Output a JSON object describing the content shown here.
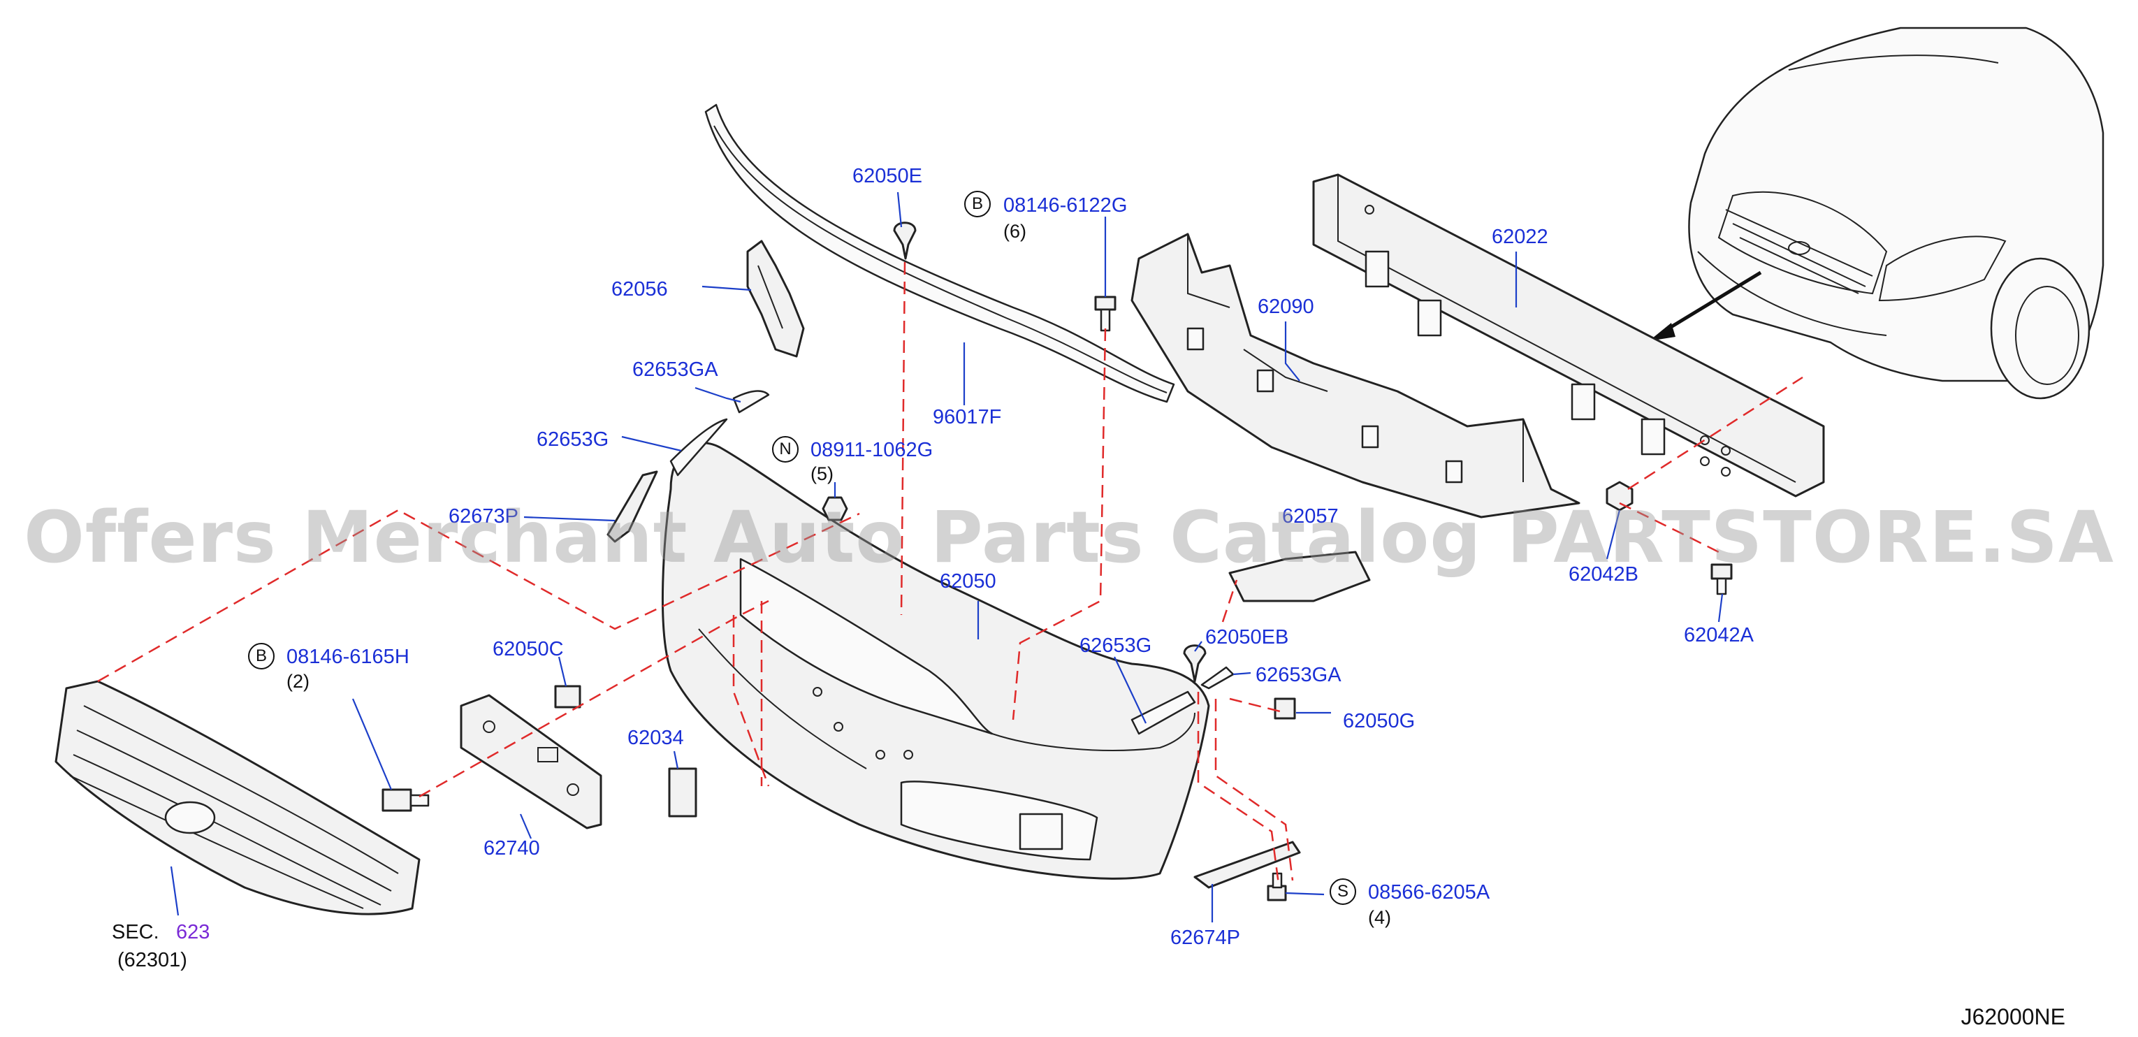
{
  "watermark": "Offers Merchant Auto Parts Catalog PARTSTORE.SA",
  "diagram_code": "J62000NE",
  "callouts": {
    "p62050E": "62050E",
    "p62056": "62056",
    "p96017F": "96017F",
    "p62653GA_top": "62653GA",
    "p62653G_left": "62653G",
    "p62673P": "62673P",
    "p62050": "62050",
    "p62090": "62090",
    "p62022": "62022",
    "p62042B": "62042B",
    "p62042A": "62042A",
    "p62057": "62057",
    "p62653G_right": "62653G",
    "p62050EB": "62050EB",
    "p62653GA_right": "62653GA",
    "p62050G": "62050G",
    "p62050C": "62050C",
    "p62740": "62740",
    "p62034": "62034",
    "p62674P": "62674P",
    "sec_label": "SEC.",
    "sec_number": "623",
    "sec_ref": "(62301)"
  },
  "fasteners": {
    "f1": {
      "mark": "B",
      "part": "08146-6122G",
      "qty": "(6)"
    },
    "f2": {
      "mark": "N",
      "part": "08911-1062G",
      "qty": "(5)"
    },
    "f3": {
      "mark": "B",
      "part": "08146-6165H",
      "qty": "(2)"
    },
    "f4": {
      "mark": "S",
      "part": "08566-6205A",
      "qty": "(4)"
    }
  },
  "colors": {
    "part_label": "#1a2fd6",
    "section_link": "#7a2ad6",
    "dashed_guide": "#e02a2a",
    "outline": "#222222"
  }
}
